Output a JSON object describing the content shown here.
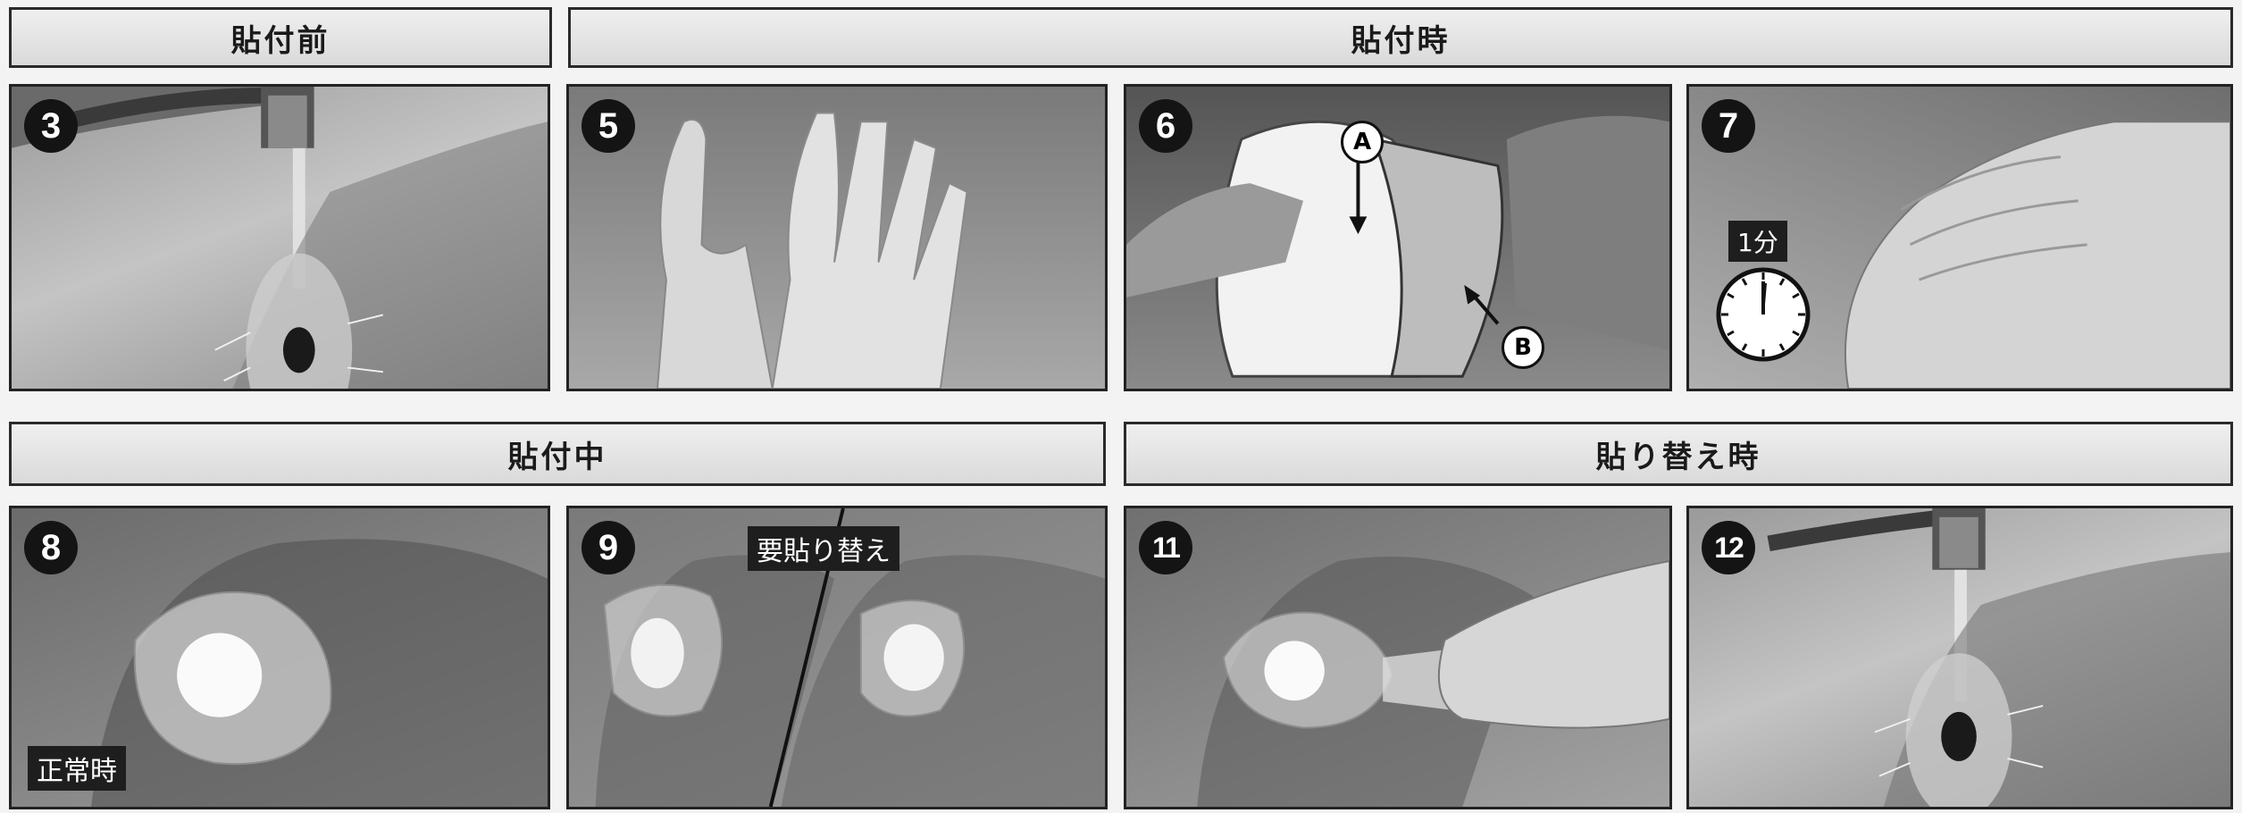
{
  "headers": {
    "before": "貼付前",
    "during_apply": "貼付時",
    "while_applied": "貼付中",
    "replacement": "貼り替え時"
  },
  "steps": {
    "s3": "3",
    "s5": "5",
    "s6": "6",
    "s7": "7",
    "s8": "8",
    "s9": "9",
    "s11": "11",
    "s12": "12"
  },
  "labels": {
    "a": "A",
    "b": "B",
    "one_minute": "1分",
    "normal": "正常時",
    "needs_replacement": "要貼り替え"
  }
}
